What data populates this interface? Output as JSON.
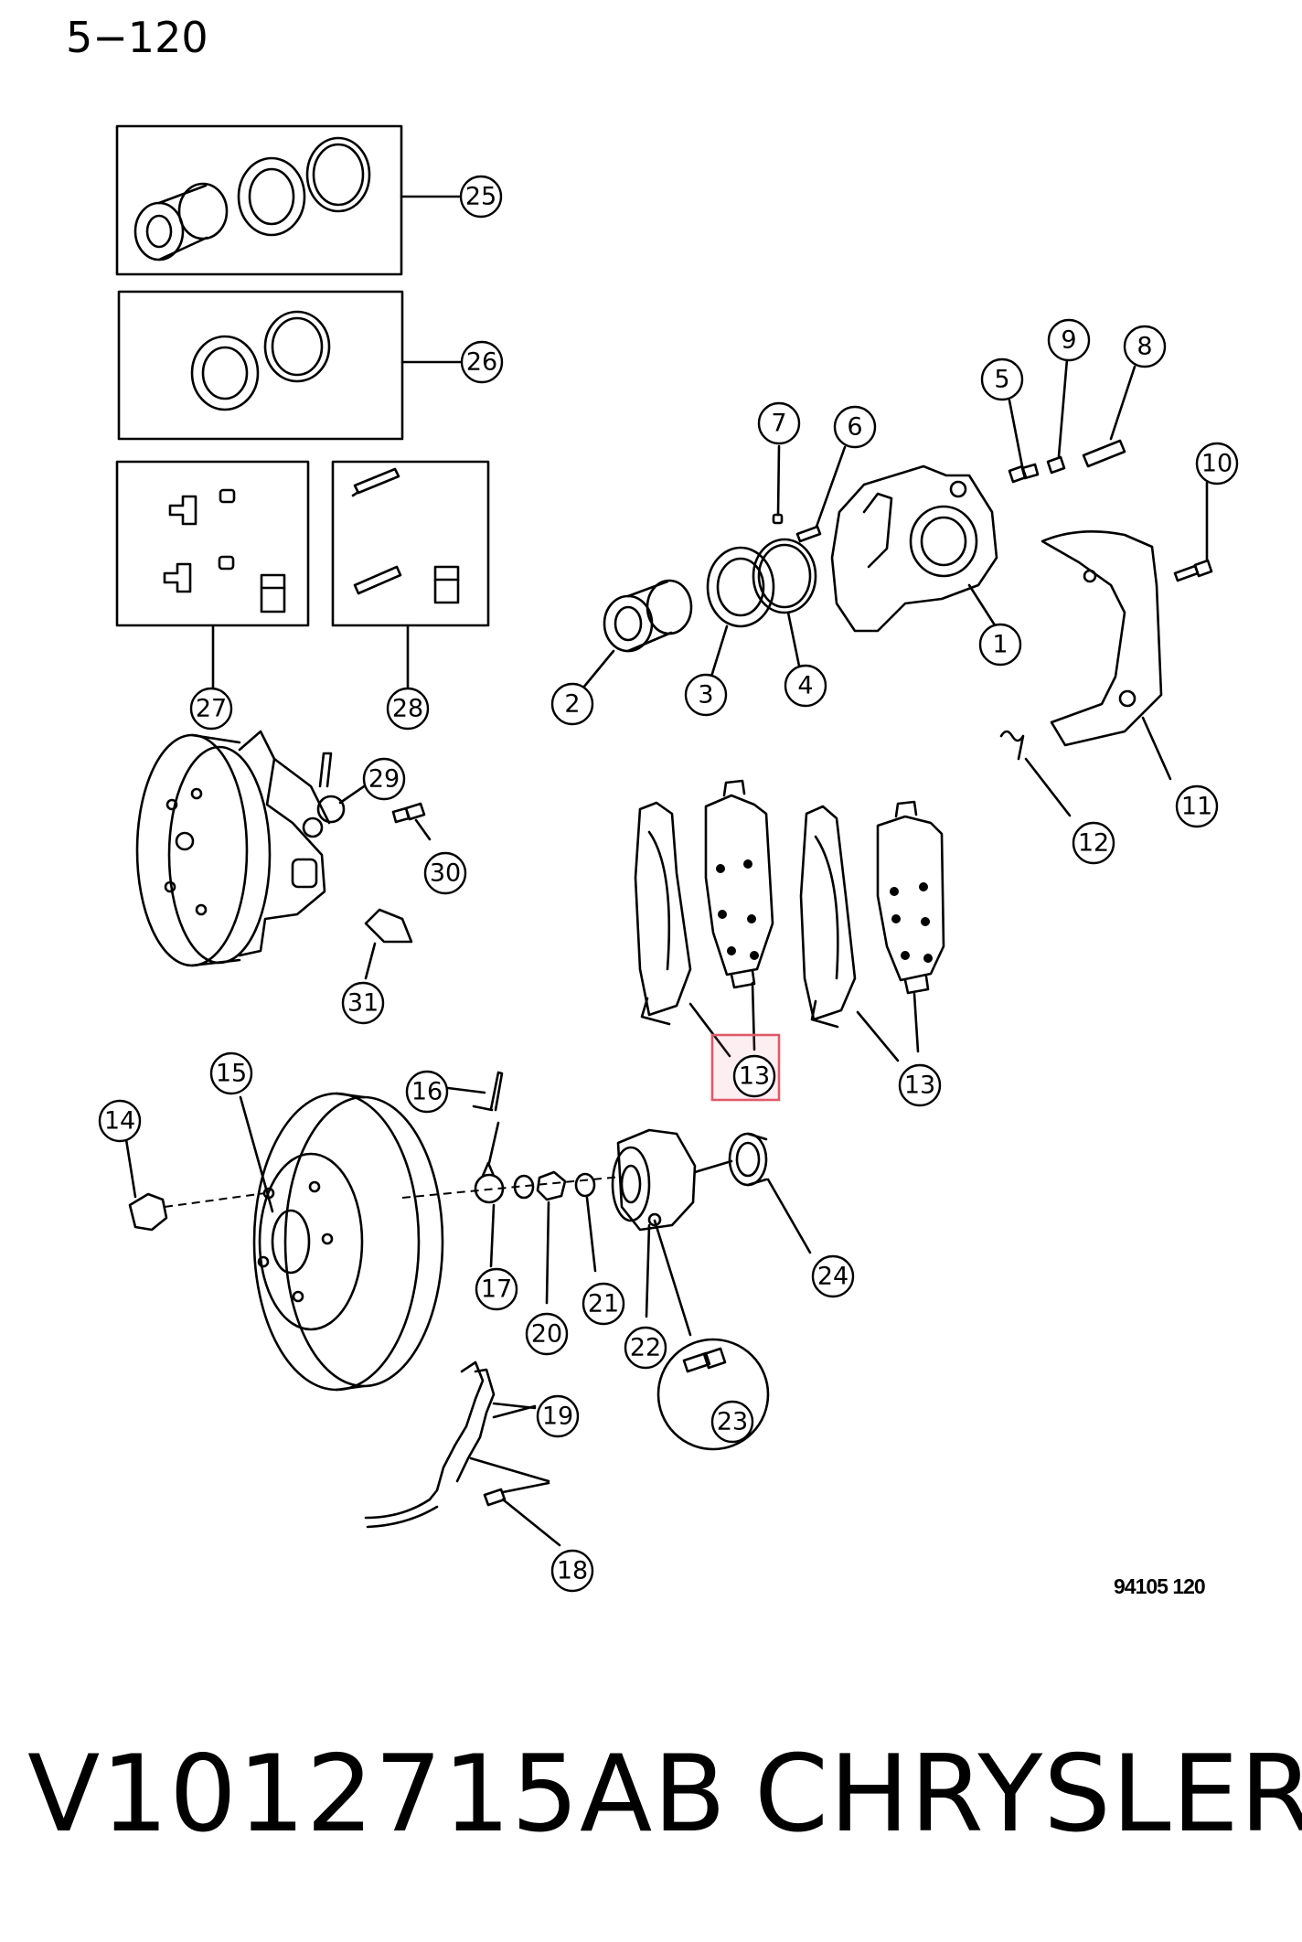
{
  "header": {
    "page_ref": "5−120"
  },
  "figure": {
    "code": "94105  120"
  },
  "footer": {
    "part_number": "V1012715AB",
    "brand": "CHRYSLER"
  },
  "highlight_color": "#e05a6a",
  "callouts": {
    "c1": "1",
    "c2": "2",
    "c3": "3",
    "c4": "4",
    "c5": "5",
    "c6": "6",
    "c7": "7",
    "c8": "8",
    "c9": "9",
    "c10": "10",
    "c11": "11",
    "c12": "12",
    "c13a": "13",
    "c13b": "13",
    "c14": "14",
    "c15": "15",
    "c16": "16",
    "c17": "17",
    "c18": "18",
    "c19": "19",
    "c20": "20",
    "c21": "21",
    "c22": "22",
    "c23": "23",
    "c24": "24",
    "c25": "25",
    "c26": "26",
    "c27": "27",
    "c28": "28",
    "c29": "29",
    "c30": "30",
    "c31": "31"
  }
}
